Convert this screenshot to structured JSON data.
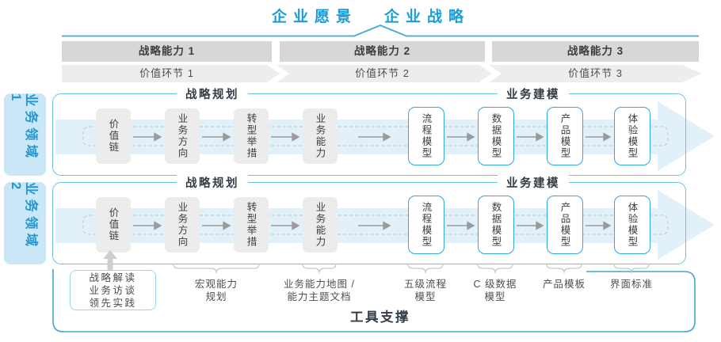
{
  "title": {
    "vision": "企业愿景",
    "strategy": "企业战略"
  },
  "capability_bar": {
    "items": [
      "战略能力 1",
      "战略能力 2",
      "战略能力 3"
    ]
  },
  "value_chain_bar": {
    "items": [
      "价值环节 1",
      "价值环节 2",
      "价值环节 3"
    ]
  },
  "domains": [
    {
      "label": "业务领域 1"
    },
    {
      "label": "业务领域 2"
    }
  ],
  "rows": [
    {
      "planning_title": "战略规划",
      "modeling_title": "业务建模",
      "planning_boxes": [
        "价值链",
        "业务方向",
        "转型举措",
        "业务能力"
      ],
      "modeling_boxes": [
        "流程模型",
        "数据模型",
        "产品模型",
        "体验模型"
      ]
    },
    {
      "planning_title": "战略规划",
      "modeling_title": "业务建模",
      "planning_boxes": [
        "价值链",
        "业务方向",
        "转型举措",
        "业务能力"
      ],
      "modeling_boxes": [
        "流程模型",
        "数据模型",
        "产品模型",
        "体验模型"
      ]
    }
  ],
  "annotations": {
    "practice_box_lines": [
      "战略解读",
      "业务访谈",
      "领先实践"
    ],
    "labels": [
      {
        "line1": "宏观能力",
        "line2": "规划"
      },
      {
        "line1": "业务能力地图 /",
        "line2": "能力主题文档"
      },
      {
        "line1": "五级流程",
        "line2": "模型"
      },
      {
        "line1": "C 级数据",
        "line2": "模型"
      },
      {
        "line1": "产品模板",
        "line2": ""
      },
      {
        "line1": "界面标准",
        "line2": ""
      }
    ]
  },
  "footer": {
    "tool_support": "工具支撑"
  },
  "colors": {
    "accent_blue": "#1b9cd9",
    "panel_border": "#6cc0e5",
    "tools_border": "#3fa5d6",
    "domain_bg": "#c9e7f6",
    "domain_text": "#2497cf",
    "capability_bar_bg": "#d7d7d7",
    "value_bar_bg": "#ededed",
    "arrow_band": "#e2f0fa",
    "box_gray_bg": "#ececec",
    "box_blue_border": "#2fa9df",
    "arrow_gray": "#9b9b9b"
  }
}
